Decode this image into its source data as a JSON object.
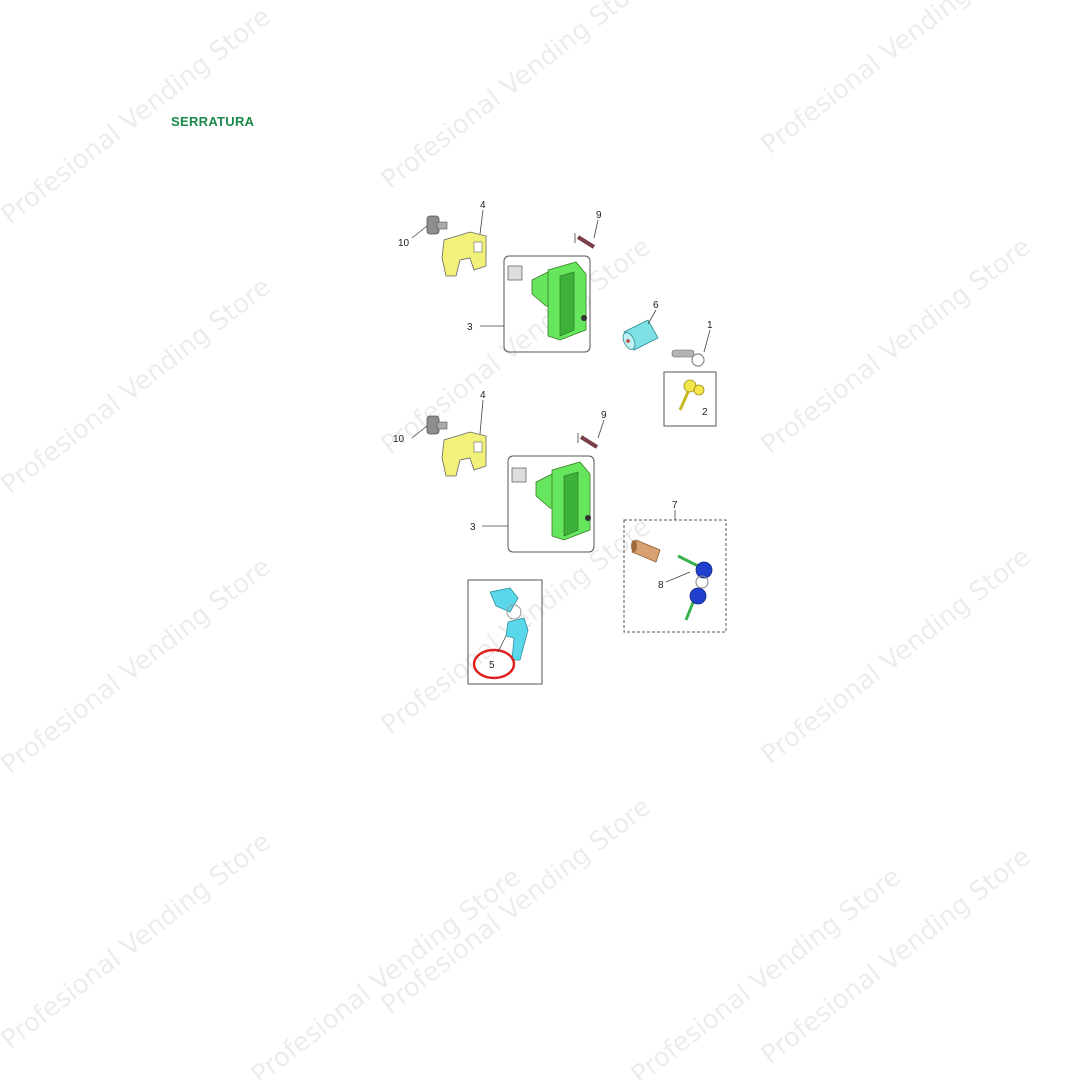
{
  "title": "SERRATURA",
  "title_color": "#1a8a4a",
  "watermark": "Profesional Vending Store",
  "labels": {
    "a10": "10",
    "a4": "4",
    "a9": "9",
    "a3": "3",
    "a6": "6",
    "a1": "1",
    "a2": "2",
    "b10": "10",
    "b4": "4",
    "b9": "9",
    "b3": "3",
    "b7": "7",
    "b8": "8",
    "b5": "5"
  },
  "colors": {
    "lock_body": "#66e65c",
    "bracket": "#f2f27a",
    "cylinder": "#7fe0e6",
    "key_yellow": "#f2e64c",
    "key_grey": "#b4b4b4",
    "key_blue": "#1f3fcc",
    "key_cyan": "#5ad8ea",
    "screw": "#c0757a",
    "bolt": "#9a9a9a",
    "barrel": "#d9a070",
    "highlight_circle": "#e02020"
  },
  "icons": [
    "lock-body-icon",
    "bracket-icon",
    "screw-icon",
    "bolt-icon",
    "cylinder-icon",
    "key-icon",
    "lock-barrel-icon"
  ]
}
